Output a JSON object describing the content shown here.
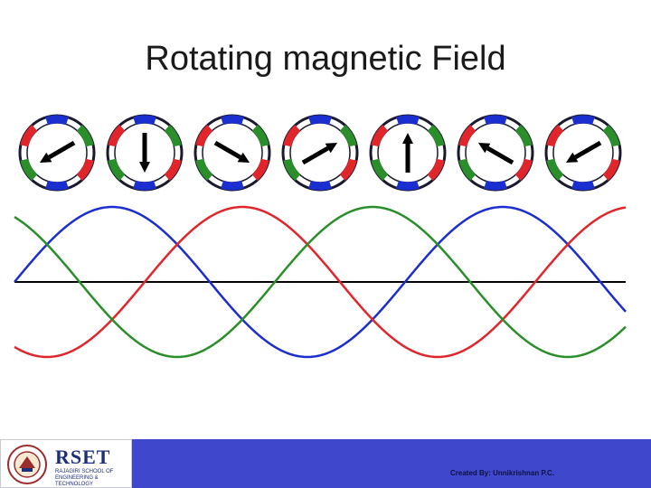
{
  "slide": {
    "title": "Rotating magnetic Field"
  },
  "footer": {
    "logo_name": "RSET",
    "logo_subtitle": "RAJAGIRI SCHOOL OF ENGINEERING & TECHNOLOGY",
    "credit": "Created By: Unnikrishnan P.C."
  },
  "colors": {
    "phase_a": "#e0262b",
    "phase_b": "#2a8f2a",
    "phase_c": "#1b2fd1",
    "axis": "#000000",
    "footer_bg": "#3f48cc"
  },
  "diagram": {
    "field_arrow_angles_deg": [
      210,
      270,
      330,
      30,
      90,
      150,
      210
    ],
    "waves": [
      {
        "phase": "blue",
        "phase_offset_deg": 0
      },
      {
        "phase": "red",
        "phase_offset_deg": 120
      },
      {
        "phase": "green",
        "phase_offset_deg": 240
      }
    ]
  }
}
